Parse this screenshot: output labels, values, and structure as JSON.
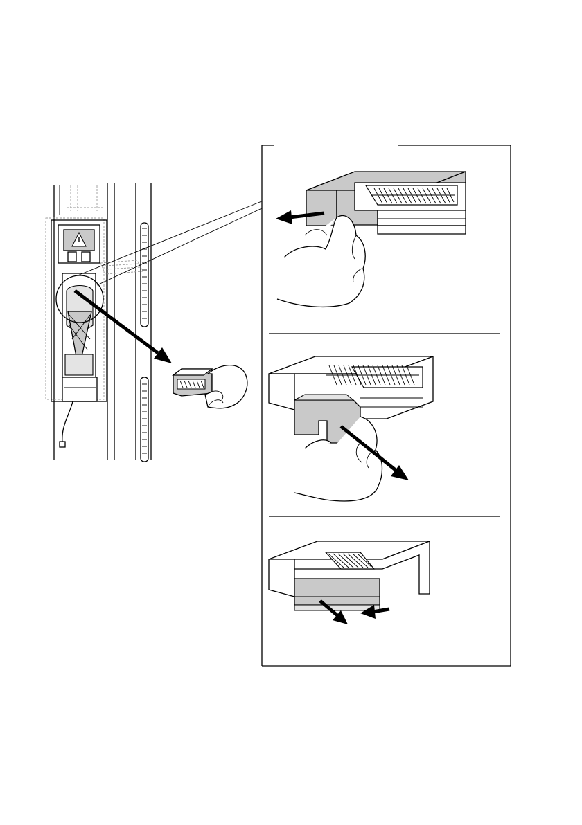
{
  "figure": {
    "panels": [
      {
        "id": "overview",
        "content": "filter-compartment-overview"
      },
      {
        "id": "step-1",
        "content": "pull-out-filter-housing"
      },
      {
        "id": "step-2",
        "content": "remove-filter-cover"
      },
      {
        "id": "step-3",
        "content": "slide-out-filter-insert"
      }
    ],
    "colors": {
      "line": "#000000",
      "shade": "#c9c9c9",
      "light-shade": "#e4e4e4",
      "background": "#ffffff"
    }
  }
}
